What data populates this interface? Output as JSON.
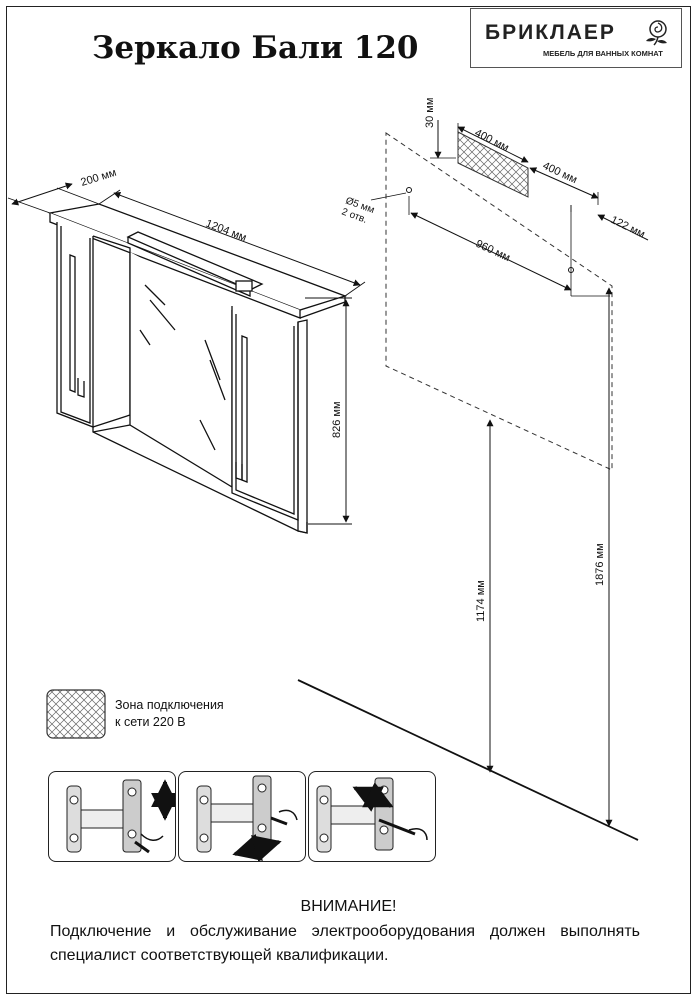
{
  "title": "Зеркало Бали 120",
  "brand": {
    "name": "БРИКЛАЕР",
    "tagline": "МЕБЕЛЬ ДЛЯ ВАННЫХ КОМНАТ",
    "icon": "rose-icon"
  },
  "dimensions": {
    "depth": "200 мм",
    "width": "1204 мм",
    "height": "826 мм",
    "hole_gap_top": "30 мм",
    "zone_width": "400 мм",
    "zone_offset": "400 мм",
    "hole_diameter_line1": "Ø5 мм",
    "hole_diameter_line2": "2 отв.",
    "hole_spacing": "960 мм",
    "side_offset": "122 мм",
    "floor_to_bottom": "1174 мм",
    "floor_to_holes": "1876 мм"
  },
  "legend": {
    "line1": "Зона подключения",
    "line2": "к сети 220 В"
  },
  "warning": {
    "title": "ВНИМАНИЕ!",
    "text": "Подключение и обслуживание электрооборудования должен выполнять специалист соответствующей квалификации."
  },
  "colors": {
    "line": "#111111",
    "background": "#ffffff"
  }
}
